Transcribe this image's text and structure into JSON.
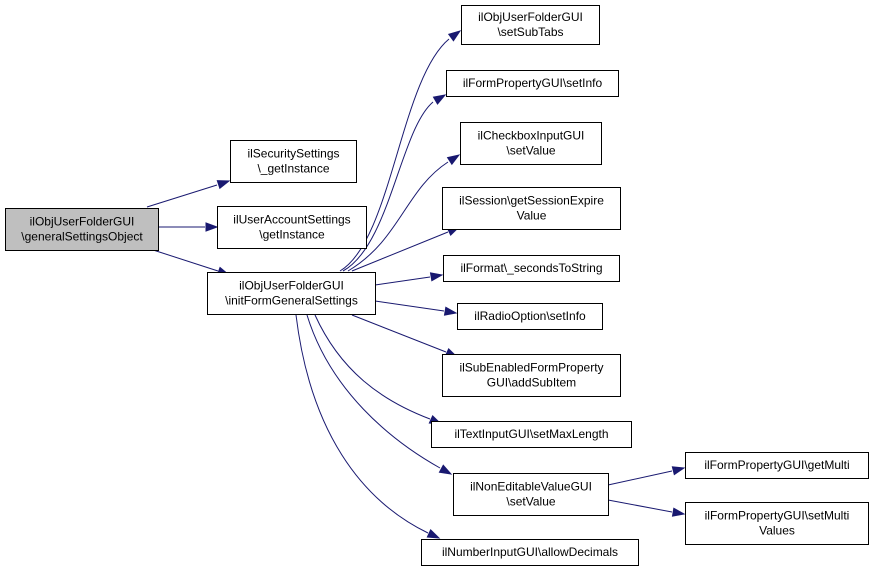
{
  "colors": {
    "edge": "#191970",
    "root_fill": "#bfbfbf",
    "node_fill": "#ffffff",
    "border": "#000000"
  },
  "nodes": [
    {
      "id": "root",
      "lines": [
        "ilObjUserFolderGUI",
        "\\generalSettingsObject"
      ],
      "root": true
    },
    {
      "id": "sec",
      "lines": [
        "ilSecuritySettings",
        "\\_getInstance"
      ]
    },
    {
      "id": "uas",
      "lines": [
        "ilUserAccountSettings",
        "\\getInstance"
      ]
    },
    {
      "id": "init",
      "lines": [
        "ilObjUserFolderGUI",
        "\\initFormGeneralSettings"
      ]
    },
    {
      "id": "subtabs",
      "lines": [
        "ilObjUserFolderGUI",
        "\\setSubTabs"
      ]
    },
    {
      "id": "fpinfo",
      "lines": [
        "ilFormPropertyGUI\\setInfo"
      ]
    },
    {
      "id": "cbval",
      "lines": [
        "ilCheckboxInputGUI",
        "\\setValue"
      ]
    },
    {
      "id": "sess",
      "lines": [
        "ilSession\\getSessionExpire",
        "Value"
      ]
    },
    {
      "id": "fmt",
      "lines": [
        "ilFormat\\_secondsToString"
      ]
    },
    {
      "id": "radio",
      "lines": [
        "ilRadioOption\\setInfo"
      ]
    },
    {
      "id": "subitem",
      "lines": [
        "ilSubEnabledFormProperty",
        "GUI\\addSubItem"
      ]
    },
    {
      "id": "maxlen",
      "lines": [
        "ilTextInputGUI\\setMaxLength"
      ]
    },
    {
      "id": "nonedit",
      "lines": [
        "ilNonEditableValueGUI",
        "\\setValue"
      ]
    },
    {
      "id": "decimals",
      "lines": [
        "ilNumberInputGUI\\allowDecimals"
      ]
    },
    {
      "id": "getmulti",
      "lines": [
        "ilFormPropertyGUI\\getMulti"
      ]
    },
    {
      "id": "setmulti",
      "lines": [
        "ilFormPropertyGUI\\setMulti",
        "Values"
      ]
    }
  ],
  "edges": [
    {
      "from": "root",
      "to": "sec"
    },
    {
      "from": "root",
      "to": "uas"
    },
    {
      "from": "root",
      "to": "init"
    },
    {
      "from": "init",
      "to": "subtabs"
    },
    {
      "from": "init",
      "to": "fpinfo"
    },
    {
      "from": "init",
      "to": "cbval"
    },
    {
      "from": "init",
      "to": "sess"
    },
    {
      "from": "init",
      "to": "fmt"
    },
    {
      "from": "init",
      "to": "radio"
    },
    {
      "from": "init",
      "to": "subitem"
    },
    {
      "from": "init",
      "to": "maxlen"
    },
    {
      "from": "init",
      "to": "nonedit"
    },
    {
      "from": "init",
      "to": "decimals"
    },
    {
      "from": "nonedit",
      "to": "getmulti"
    },
    {
      "from": "nonedit",
      "to": "setmulti"
    }
  ]
}
